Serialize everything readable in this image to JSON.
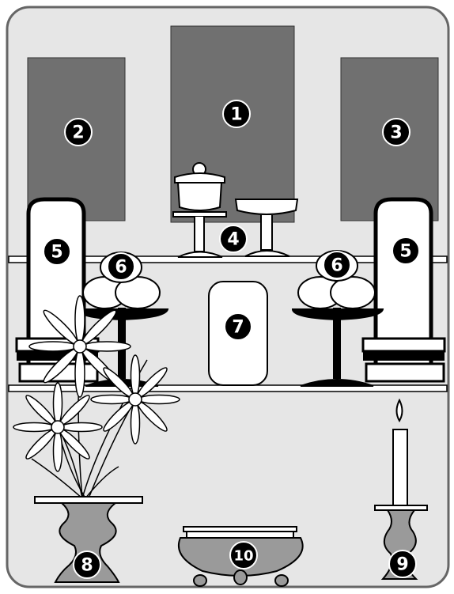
{
  "colors": {
    "background": "#e6e6e6",
    "frame": "#666666",
    "panel_fill": "#707070",
    "outline": "#000000",
    "white": "#ffffff",
    "badge_fill": "#000000",
    "badge_text": "#ffffff",
    "vase": "#9a9a9a"
  },
  "labels": {
    "scroll_center": "1",
    "scroll_left": "2",
    "scroll_right": "3",
    "offering_vessels": "4",
    "memorial_tablet": "5",
    "rice_cakes": "6",
    "center_tablet": "7",
    "flower_vase": "8",
    "candle_holder": "9",
    "incense_burner": "10"
  },
  "icons": [
    "tablet-icon",
    "rice-cake-icon",
    "flower-icon",
    "candle-icon",
    "incense-burner-icon",
    "lidded-bowl-icon",
    "pedestal-bowl-icon"
  ]
}
